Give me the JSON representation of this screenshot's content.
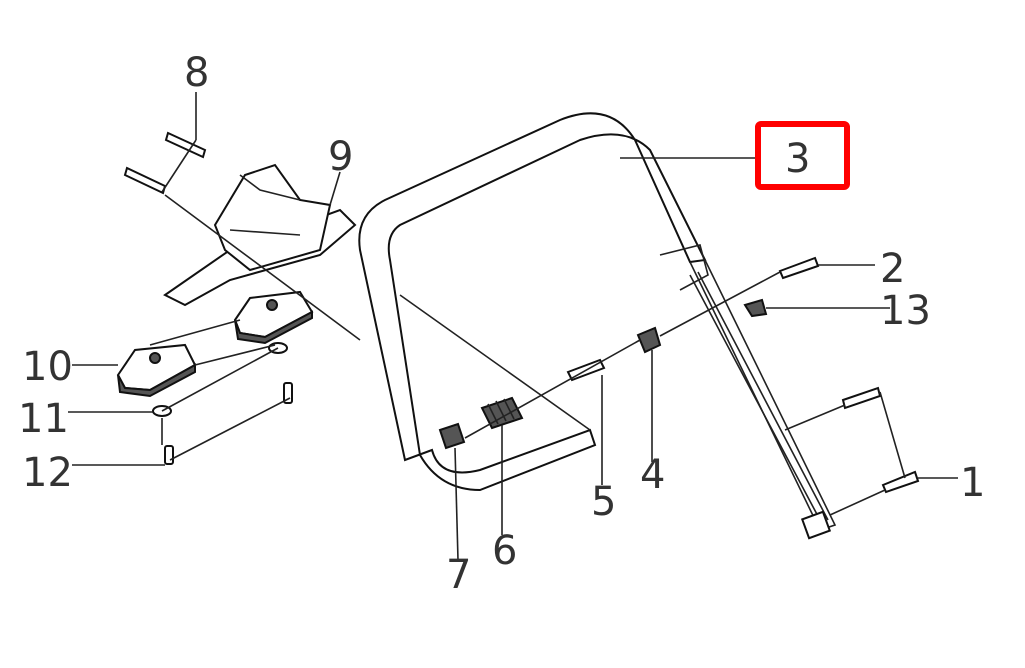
{
  "diagram": {
    "title": "Handle assembly exploded view",
    "highlight_color": "#ff0000",
    "highlighted_part": "3",
    "labels": {
      "p1": "1",
      "p2": "2",
      "p3": "3",
      "p4": "4",
      "p5": "5",
      "p6": "6",
      "p7": "7",
      "p8": "8",
      "p9": "9",
      "p10": "10",
      "p11": "11",
      "p12": "12",
      "p13": "13"
    }
  }
}
